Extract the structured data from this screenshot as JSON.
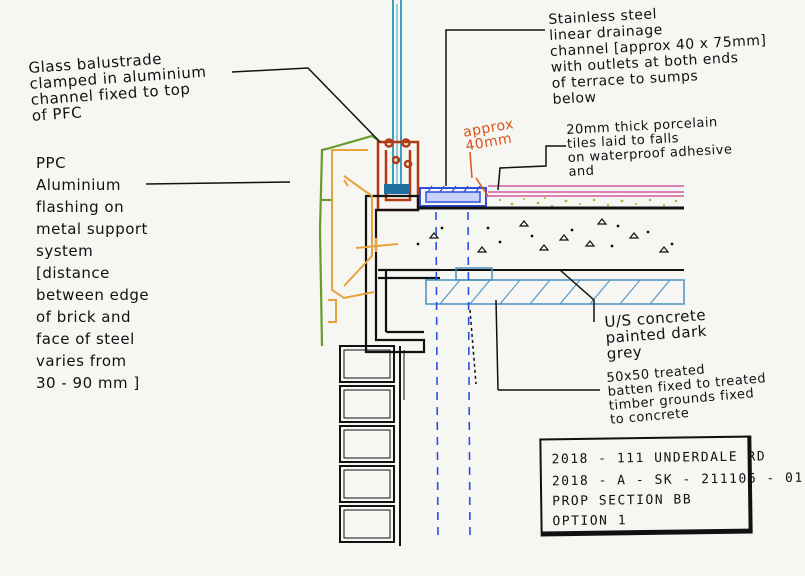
{
  "notes": {
    "glass_balustrade": "Glass balustrade\nclamped in aluminium\nchannel fixed to top\nof PFC",
    "ppc_flashing": "PPC\nAluminium\nflashing on\nmetal support\nsystem\n[distance\nbetween edge\nof brick and\nface of steel\nvaries from\n30 - 90 mm ]",
    "drainage_channel": "Stainless steel\nlinear drainage\nchannel [approx 40 x 75mm]\nwith outlets at both ends\nof terrace to sumps\nbelow",
    "approx_40mm": "approx\n40mm",
    "porcelain_tiles": "20mm thick porcelain\ntiles laid to falls\non waterproof adhesive\nand",
    "concrete_soffit": "U/S concrete\npainted dark\ngrey",
    "batten": "50x50 treated\nbatten fixed to treated\ntimber grounds fixed\nto concrete"
  },
  "title_block": {
    "line1": "2018 - 111 UNDERDALE RD",
    "line2": "2018 - A - SK - 211106 - 01",
    "line3": "PROP SECTION BB",
    "line4": "OPTION 1"
  },
  "colors": {
    "ink": "#111111",
    "glass": "#3aa0bf",
    "channel": "#b33a12",
    "flashing": "#e8a23a",
    "membrane": "#6a9a2a",
    "drain": "#2f4fd8",
    "tile": "#d25aa0",
    "batten": "#4a90c0",
    "concrete_dash": "#2a4fe0",
    "adhesive": "#9bc13a"
  }
}
